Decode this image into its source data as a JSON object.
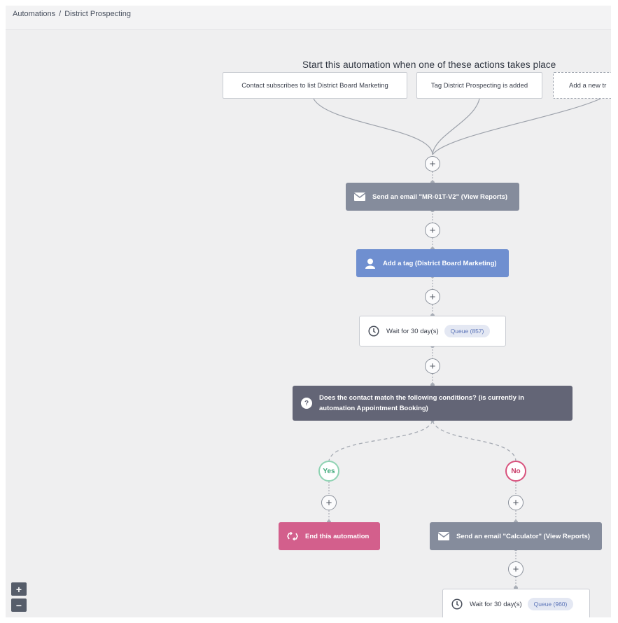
{
  "breadcrumb": {
    "parent": "Automations",
    "separator": "/",
    "current": "District Prospecting"
  },
  "heading": "Start this automation when one of these actions takes place",
  "triggers": [
    "Contact subscribes to list District Board Marketing",
    "Tag District Prospecting is added",
    "Add a new tr"
  ],
  "steps": {
    "email1": {
      "label": "Send an email \"MR-01T-V2\" (View Reports)",
      "icon": "envelope-icon"
    },
    "tag": {
      "label": "Add a tag (District Board Marketing)",
      "icon": "user-icon"
    },
    "wait1": {
      "label": "Wait for 30 day(s)",
      "queue": "Queue (857)",
      "icon": "clock-icon"
    },
    "condition": {
      "label": "Does the contact match the following conditions? (is currently in automation Appointment Booking)",
      "icon": "question-icon"
    },
    "yes_label": "Yes",
    "no_label": "No",
    "end": {
      "label": "End this automation",
      "icon": "loop-arrows-icon"
    },
    "email2": {
      "label": "Send an email \"Calculator\" (View Reports)",
      "icon": "envelope-icon"
    },
    "wait2": {
      "label": "Wait for 30 day(s)",
      "queue": "Queue (960)",
      "icon": "clock-icon"
    }
  },
  "plus_symbol": "+",
  "zoom": {
    "in": "+",
    "out": "−"
  },
  "colors": {
    "email_node": "#858c9c",
    "tag_node": "#6f8fd0",
    "condition_node": "#636576",
    "end_node": "#d35f8c",
    "yes": "#3fa97a",
    "no": "#c93b68",
    "queue_text": "#5b74b8"
  }
}
